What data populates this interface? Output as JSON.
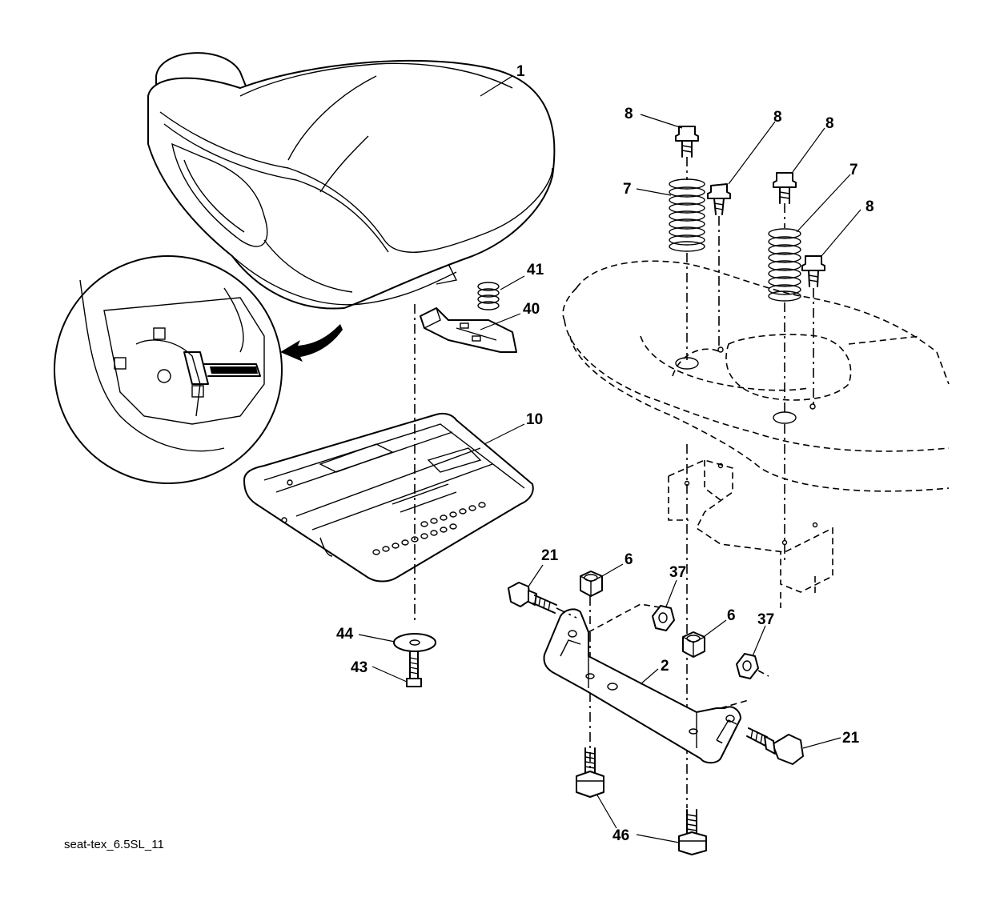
{
  "labels": {
    "p1": "1",
    "p2": "2",
    "p6a": "6",
    "p6b": "6",
    "p7a": "7",
    "p7b": "7",
    "p8a": "8",
    "p8b": "8",
    "p8c": "8",
    "p8d": "8",
    "p10": "10",
    "p21a": "21",
    "p21b": "21",
    "p37a": "37",
    "p37b": "37",
    "p40": "40",
    "p41": "41",
    "p43": "43",
    "p44": "44",
    "p46": "46"
  },
  "caption": "seat-tex_6.5SL_11"
}
